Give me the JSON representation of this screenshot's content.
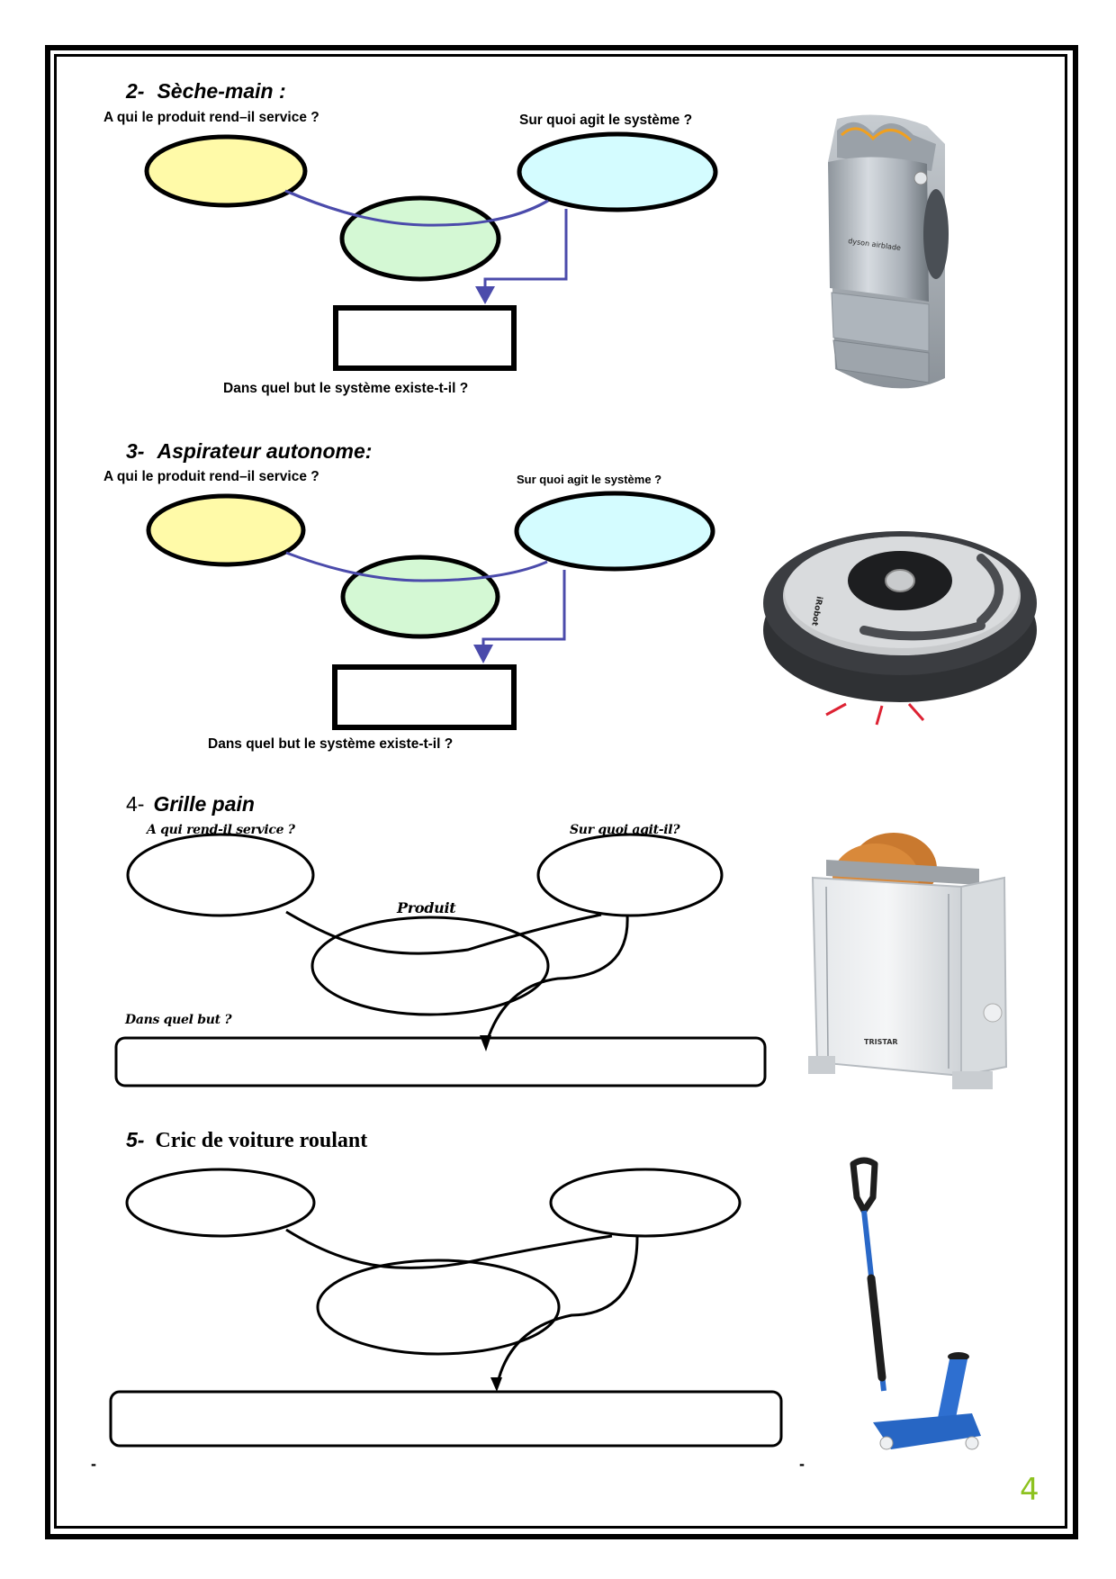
{
  "page": {
    "number": "4",
    "page_number_color": "#8dc21f",
    "footer_marks": [
      "-",
      "-"
    ]
  },
  "colors": {
    "ellipse_user": "#fffaa8",
    "ellipse_product": "#d4f8d4",
    "ellipse_matter": "#d4fcff",
    "connector_blue": "#4b4bab",
    "outline": "#000000"
  },
  "sections": [
    {
      "id": "seche-main",
      "number": "2-",
      "title": "Sèche-main :",
      "question_user": "A qui le produit rend–il service ?",
      "question_matter": "Sur quoi agit le système ?",
      "question_goal": "Dans quel but le système existe-t-il ?",
      "image_icon": "hand-dryer-image"
    },
    {
      "id": "aspirateur",
      "number": "3-",
      "title": "Aspirateur autonome:",
      "question_user": "A qui le produit rend–il service ?",
      "question_matter": "Sur quoi agit le système ?",
      "question_goal": "Dans quel but le système existe-t-il ?",
      "image_icon": "robot-vacuum-image"
    },
    {
      "id": "grille-pain",
      "number": "4-",
      "title": "Grille pain",
      "question_user": "A qui rend-il service ?",
      "question_matter": "Sur quoi agit-il?",
      "product_label": "Produit",
      "question_goal": "Dans quel but ?",
      "image_icon": "toaster-image"
    },
    {
      "id": "cric",
      "number": "5-",
      "title": "Cric de voiture roulant",
      "image_icon": "floor-jack-image"
    }
  ]
}
